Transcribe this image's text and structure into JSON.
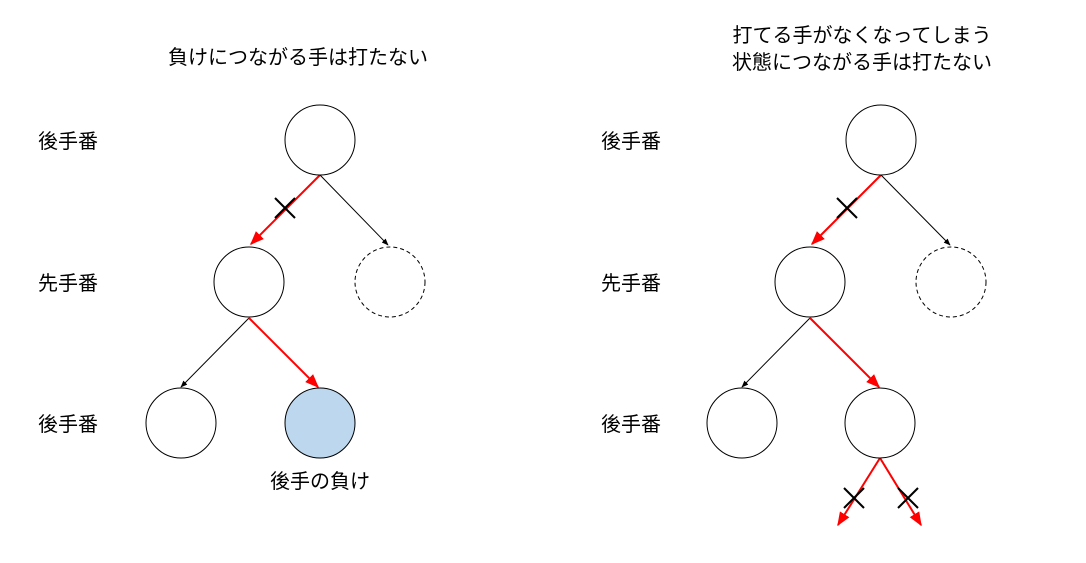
{
  "left_panel": {
    "title": "負けにつながる手は打たない",
    "level_labels": [
      "後手番",
      "先手番",
      "後手番"
    ],
    "result_label": "後手の負け"
  },
  "right_panel": {
    "title_line1": "打てる手がなくなってしまう",
    "title_line2": "状態につながる手は打たない",
    "level_labels": [
      "後手番",
      "先手番",
      "後手番"
    ]
  },
  "colors": {
    "bad_move": "#ff0000",
    "normal_move": "#000000",
    "losing_node_fill": "#bdd7ee",
    "node_stroke": "#000000"
  }
}
